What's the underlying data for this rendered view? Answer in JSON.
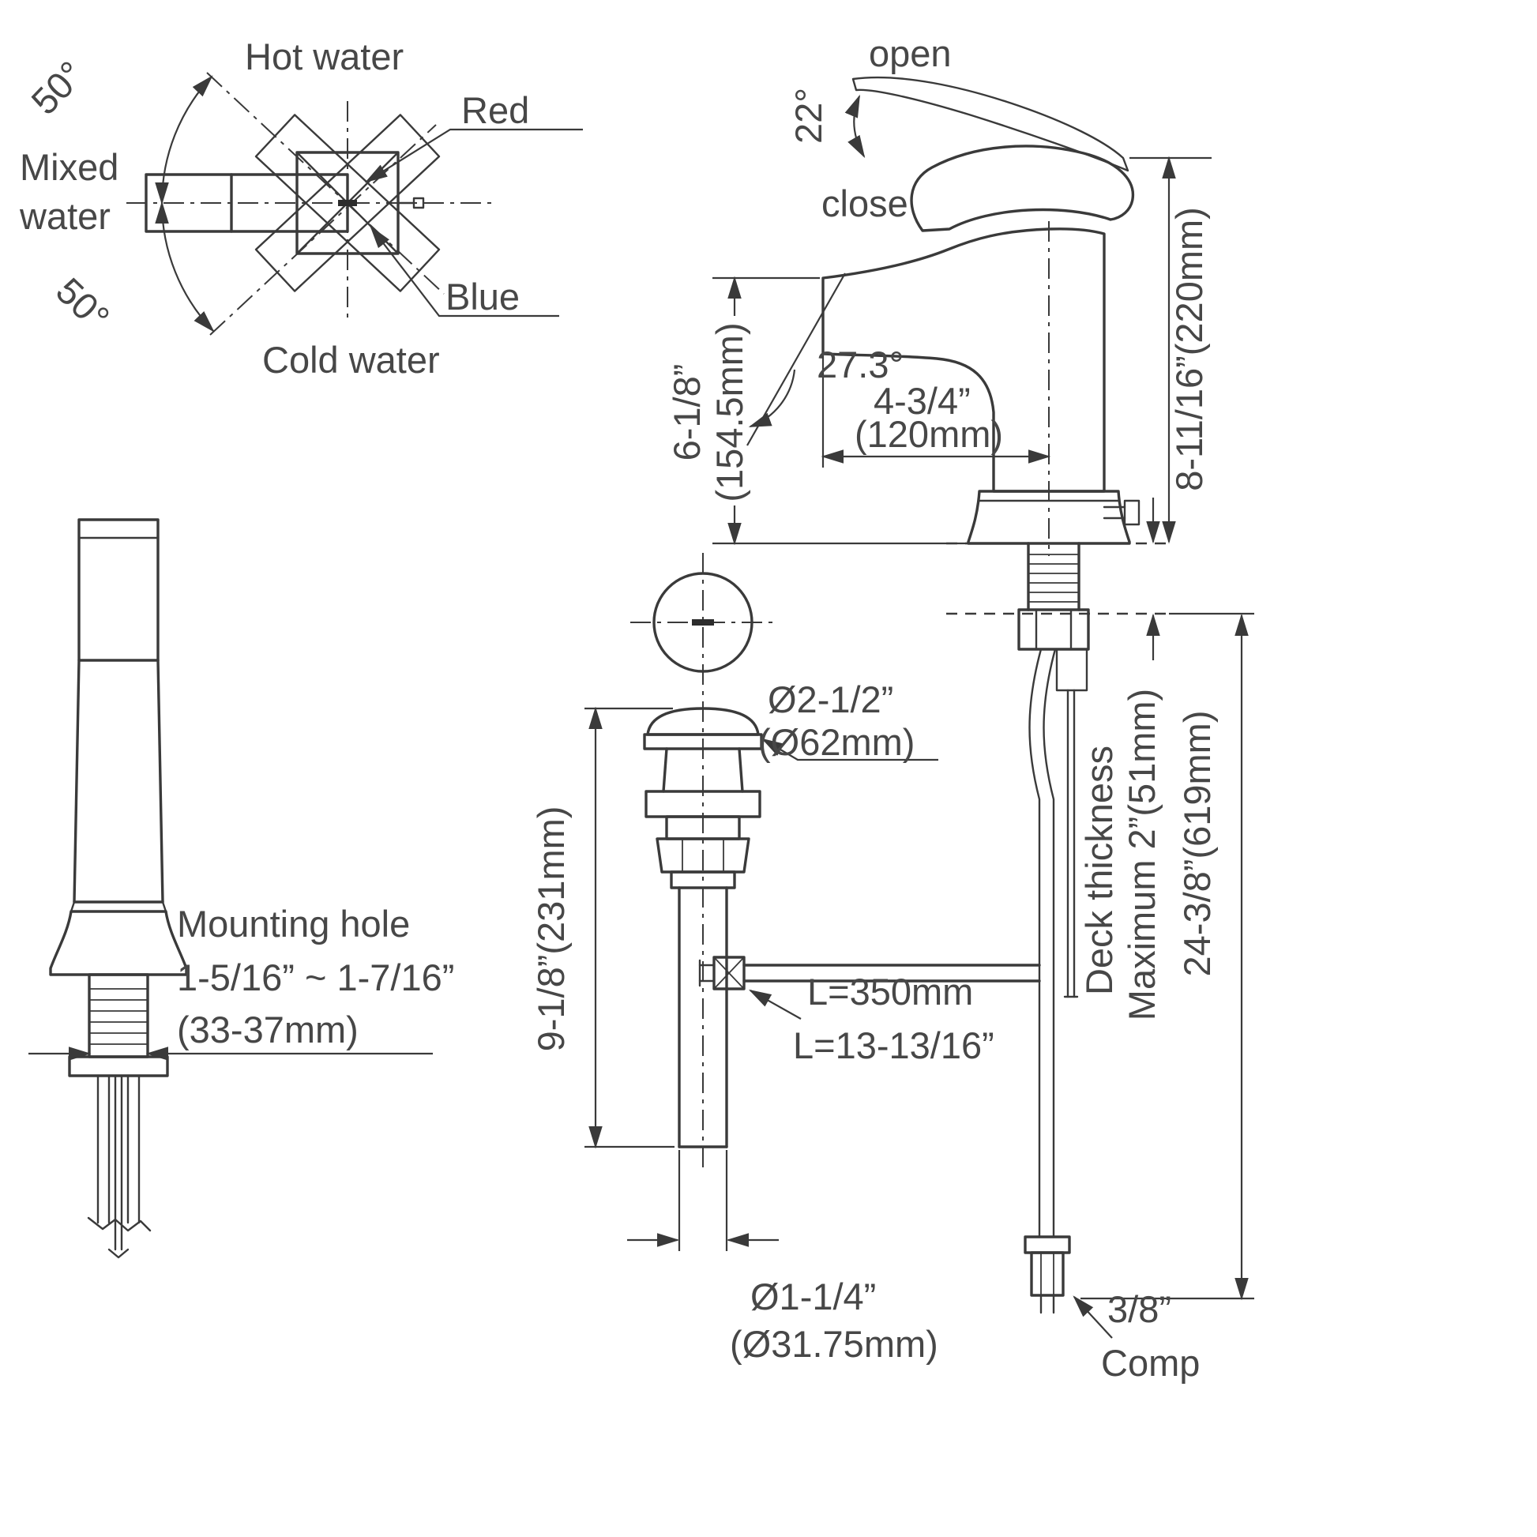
{
  "handle_top_view": {
    "hot_water_label": "Hot water",
    "red_label": "Red",
    "mixed_water_label_line1": "Mixed",
    "mixed_water_label_line2": "water",
    "blue_label": "Blue",
    "cold_water_label": "Cold water",
    "upper_angle": "50°",
    "lower_angle": "50°"
  },
  "front_view": {
    "mounting_hole_label": "Mounting hole",
    "mounting_hole_range_in": "1-5/16” ~ 1-7/16”",
    "mounting_hole_range_mm": "(33-37mm)"
  },
  "side_view": {
    "open_label": "open",
    "close_label": "close",
    "handle_angle": "22°",
    "spout_angle": "27.3°",
    "spout_reach_in": "4-3/4”",
    "spout_reach_mm": "(120mm)",
    "spout_height_in": "6-1/8”",
    "spout_height_mm": "(154.5mm)",
    "overall_height": "8-11/16”(220mm)",
    "deck_thickness_label": "Deck thickness",
    "deck_thickness_max": "Maximum 2”(51mm)",
    "under_counter_length": "24-3/8”(619mm)",
    "hose_length_mm": "L=350mm",
    "hose_length_in": "L=13-13/16”",
    "connection_size": "3/8”",
    "connection_type": "Comp"
  },
  "drain_assembly": {
    "flange_diameter_in": "Ø2-1/2”",
    "flange_diameter_mm": "(Ø62mm)",
    "drain_height": "9-1/8”(231mm)",
    "tailpiece_diameter_in": "Ø1-1/4”",
    "tailpiece_diameter_mm": "(Ø31.75mm)"
  }
}
